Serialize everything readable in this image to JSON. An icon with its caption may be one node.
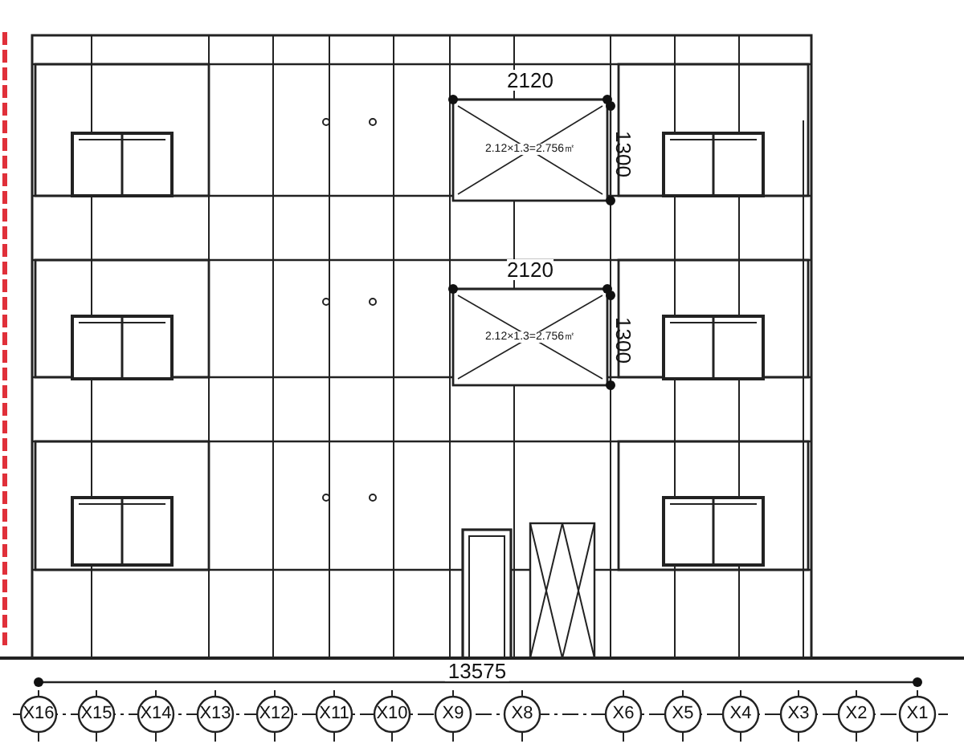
{
  "diagram": {
    "labels": [
      "2120",
      "2.12×1.3=2.756㎡",
      "1300",
      "2120",
      "2.12×1.3=2.756㎡",
      "1300",
      "13575",
      "X16",
      "X15",
      "X14",
      "X13",
      "X12",
      "X11",
      "X10",
      "X9",
      "X8",
      "X6",
      "X5",
      "X4",
      "X3",
      "X2",
      "X1"
    ]
  }
}
